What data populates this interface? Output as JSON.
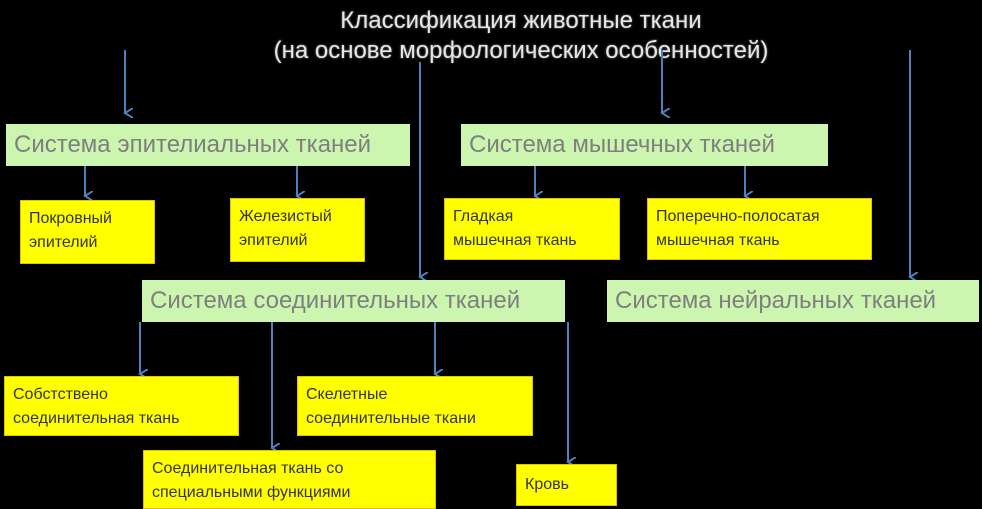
{
  "title": {
    "line1": "Классификация животные ткани",
    "line2": "(на основе морфологических особенностей)"
  },
  "systems": {
    "epithelial": "Система эпителиальных тканей",
    "muscle": "Система мышечных тканей",
    "connective": "Система соединительных тканей",
    "neural": "Система нейральных тканей"
  },
  "leaves": {
    "pokrovny": [
      "Покровный",
      "эпителий"
    ],
    "zhelezisty": [
      "Железистый",
      "эпителий"
    ],
    "gladkaya": [
      "Гладкая",
      "мышечная ткань"
    ],
    "poperechno": [
      "Поперечно-полосатая",
      "мышечная ткань"
    ],
    "sobstvenno": [
      "Собстствено",
      "соединительная ткань"
    ],
    "skeletnye": [
      "Скелетные",
      "соединительные ткани"
    ],
    "specialnye": [
      "Соединительная ткань со",
      "специальными функциями"
    ],
    "krov": [
      "Кровь"
    ]
  },
  "colors": {
    "background": "#000000",
    "system_box": "#ccf5b0",
    "leaf_box": "#ffff00",
    "arrow": "#4f81bd"
  }
}
